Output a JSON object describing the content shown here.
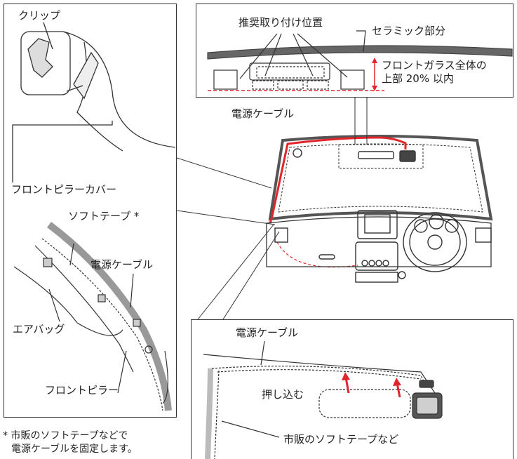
{
  "top_right_box": {
    "recommended_position": "推奨取り付け位置",
    "ceramic_part": "セラミック部分",
    "limit_line1": "フロントガラス全体の",
    "limit_line2": "上部 20% 以内"
  },
  "center": {
    "power_cable": "電源ケーブル"
  },
  "left_top_box": {
    "clip": "クリップ",
    "front_pillar_cover": "フロントピラーカバー"
  },
  "left_bottom": {
    "soft_tape": "ソフトテープ *",
    "power_cable": "電源ケーブル",
    "airbag": "エアバッグ",
    "front_pillar": "フロントピラー"
  },
  "footnote": {
    "line1": "* 市販のソフトテープなどで",
    "line2": "電源ケーブルを固定します。"
  },
  "bottom_right_box": {
    "power_cable": "電源ケーブル",
    "push_in": "押し込む",
    "commercial_tape": "市販のソフトテープなど"
  },
  "colors": {
    "cable_red": "#e0262b",
    "line": "#333333"
  }
}
